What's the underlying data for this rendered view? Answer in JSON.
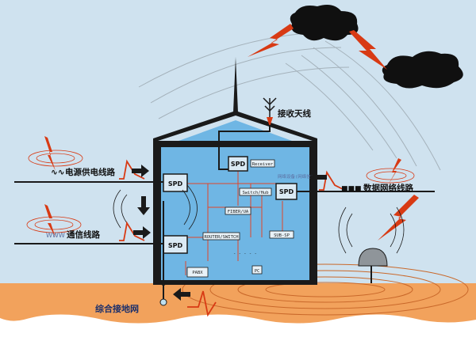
{
  "colors": {
    "sky": "#cfe2ef",
    "building": "#6fb6e4",
    "ground": "#f2a25c",
    "ground_lines": "#c9682a",
    "lightning": "#d83a14",
    "wire": "#1a1a1a",
    "internal_wire": "#e0462a",
    "cloud": "#101010",
    "ground_label": "#1b2f6b"
  },
  "labels": {
    "receive_antenna": "接收天线",
    "power_line": "电源供电线路",
    "comm_line": "通信线路",
    "data_line": "数据网络线路",
    "grounding": "综合接地网"
  },
  "label_markers": {
    "power": "∿∿",
    "comm": "WWW",
    "data": "■■■"
  },
  "spd_label": "SPD",
  "equipment": {
    "receiver": "Receiver",
    "network_box": "网络设备(网络信)",
    "switch": "Switch/Hub",
    "fiber": "FIBER/UA",
    "router": "ROUTER/SWITCH",
    "sub": "SUB-SP",
    "pabx": "PABX",
    "pc": "PC"
  },
  "icons": {
    "clouds": "storm-cloud-icon",
    "lightning": "lightning-bolt-icon",
    "antenna": "antenna-icon",
    "dish": "satellite-dish-icon",
    "surge_arrow": "surge-arrow-icon",
    "ground_rod": "ground-rod-icon"
  }
}
